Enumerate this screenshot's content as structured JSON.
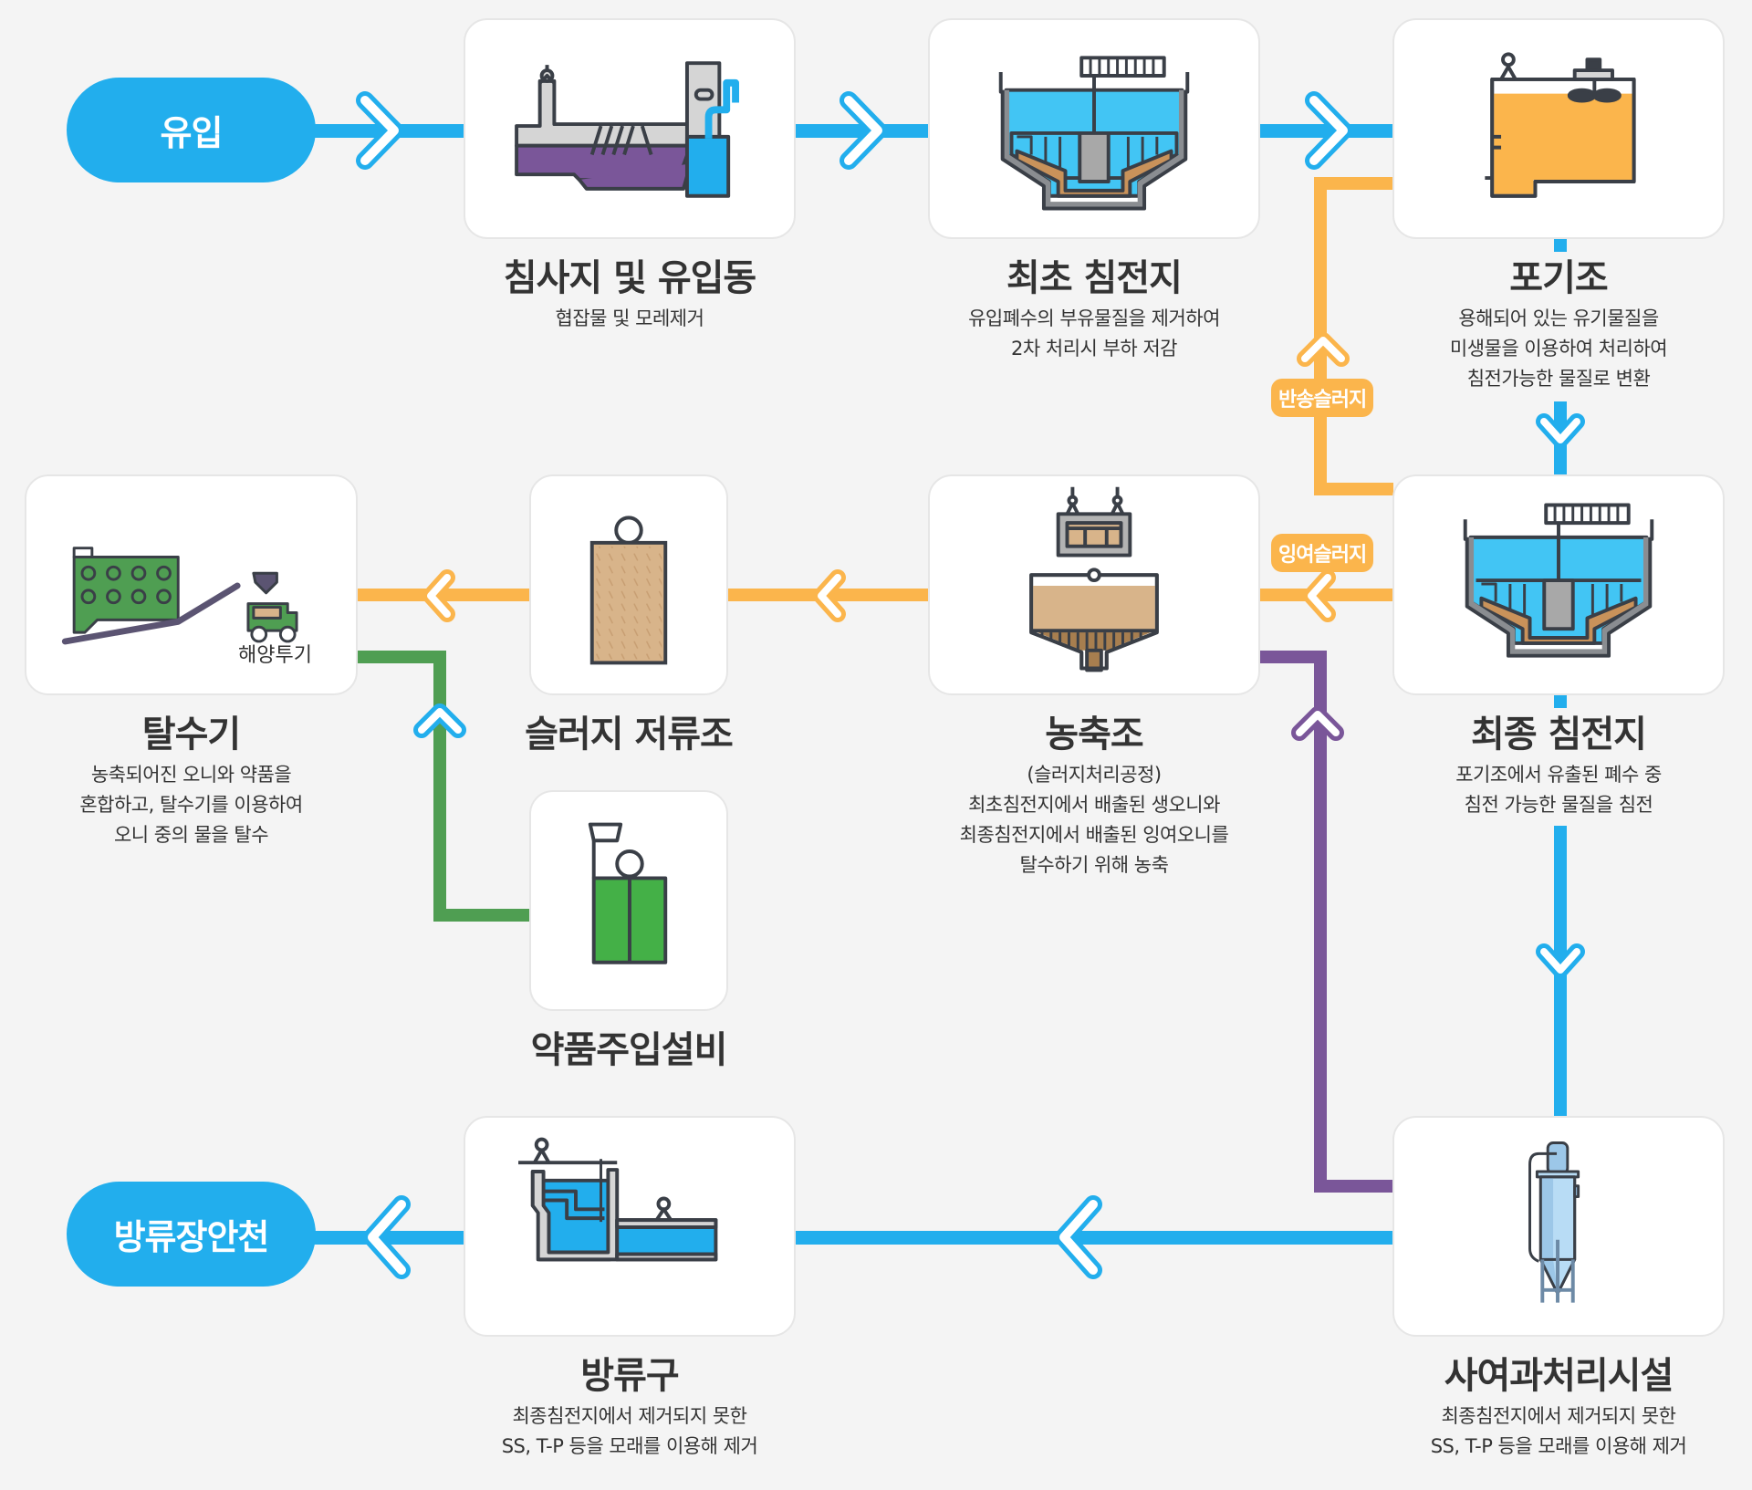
{
  "colors": {
    "water": "#22aeed",
    "return_sludge": "#fbb54c",
    "excess_sludge": "#fbb54c",
    "chemical": "#4f9e52",
    "backwash": "#7a5699",
    "background": "#f4f4f4",
    "card": "#ffffff"
  },
  "terminals": {
    "inflow": {
      "label": "유입",
      "icon": "inflow"
    },
    "outflow": {
      "label": "방류장안천",
      "icon": "river-outflow"
    }
  },
  "stages": [
    {
      "id": "grit",
      "title": "침사지 및 유입동",
      "description": [
        "협잡물 및 모레제거"
      ],
      "icon": "grit-chamber-icon"
    },
    {
      "id": "primary",
      "title": "최초 침전지",
      "description": [
        "유입폐수의 부유물질을 제거하여",
        "2차 처리시 부하 저감"
      ],
      "icon": "primary-clarifier-icon"
    },
    {
      "id": "aeration",
      "title": "포기조",
      "description": [
        "용해되어 있는 유기물질을",
        "미생물을 이용하여 처리하여",
        "침전가능한 물질로 변환"
      ],
      "icon": "aeration-tank-icon"
    },
    {
      "id": "final",
      "title": "최종 침전지",
      "description": [
        "포기조에서 유출된 폐수 중",
        "침전 가능한 물질을 침전"
      ],
      "icon": "final-clarifier-icon"
    },
    {
      "id": "thickener",
      "title": "농축조",
      "description": [
        "(슬러지처리공정)",
        "최초침전지에서 배출된 생오니와",
        "최종침전지에서 배출된 잉여오니를",
        "탈수하기 위해 농축"
      ],
      "icon": "thickener-icon"
    },
    {
      "id": "storage",
      "title": "슬러지 저류조",
      "description": [],
      "icon": "sludge-storage-icon"
    },
    {
      "id": "dewater",
      "title": "탈수기",
      "description": [
        "농축되어진 오니와 약품을",
        "혼합하고, 탈수기를 이용하여",
        "오니 중의 물을 탈수"
      ],
      "icon": "dewatering-icon",
      "inner_label": "해양투기"
    },
    {
      "id": "chemical",
      "title": "약품주입설비",
      "description": [],
      "icon": "chemical-feed-icon"
    },
    {
      "id": "filter",
      "title": "사여과처리시설",
      "description": [
        "최종침전지에서 제거되지 못한",
        "SS, T-P 등을 모래를 이용해 제거"
      ],
      "icon": "sand-filter-icon"
    },
    {
      "id": "outlet",
      "title": "방류구",
      "description": [
        "최종침전지에서 제거되지 못한",
        "SS, T-P 등을 모래를 이용해 제거"
      ],
      "icon": "outlet-icon"
    }
  ],
  "flow_tags": {
    "return_sludge": "반송슬러지",
    "excess_sludge": "잉여슬러지"
  }
}
